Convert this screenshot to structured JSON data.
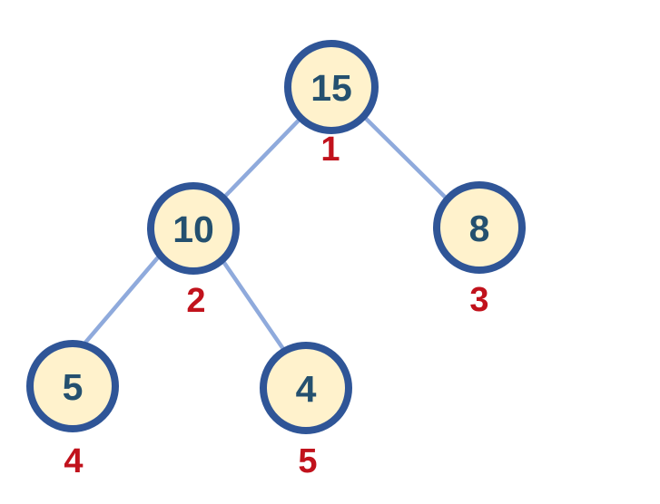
{
  "diagram": {
    "type": "binary-tree",
    "nodes": [
      {
        "id": "n1",
        "value": "15",
        "order": "1"
      },
      {
        "id": "n2",
        "value": "10",
        "order": "2"
      },
      {
        "id": "n3",
        "value": "8",
        "order": "3"
      },
      {
        "id": "n4",
        "value": "5",
        "order": "4"
      },
      {
        "id": "n5",
        "value": "4",
        "order": "5"
      }
    ],
    "edges": [
      {
        "from": "15",
        "to": "10"
      },
      {
        "from": "15",
        "to": "8"
      },
      {
        "from": "10",
        "to": "5"
      },
      {
        "from": "10",
        "to": "4"
      }
    ],
    "colors": {
      "node_fill": "#FFF2CC",
      "node_border": "#2F5597",
      "node_text": "#24506F",
      "order_label": "#C1121C",
      "edge": "#8FAADC",
      "background": "#FFFFFF"
    }
  }
}
